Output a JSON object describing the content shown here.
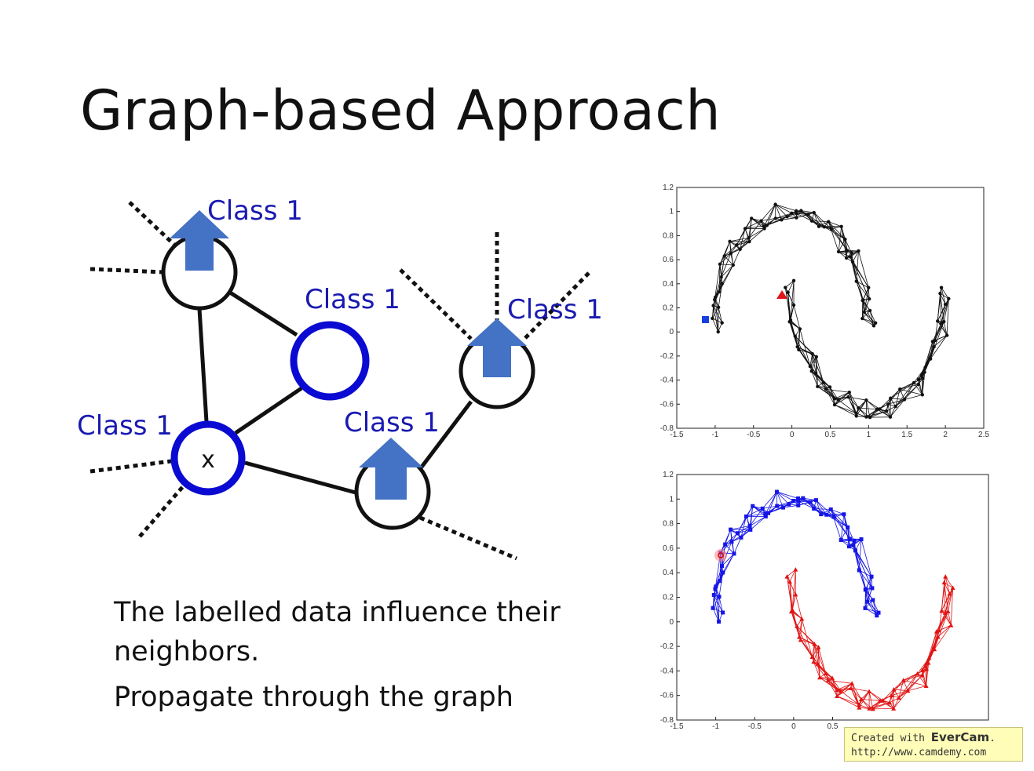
{
  "slide": {
    "title": "Graph-based Approach",
    "bullets": [
      "The labelled data influence their neighbors.",
      "Propagate through the graph"
    ]
  },
  "diagram": {
    "node_label": "x",
    "class_labels": [
      "Class 1",
      "Class 1",
      "Class 1",
      "Class 1",
      "Class 1"
    ],
    "colors": {
      "label_text": "#1a1ab0",
      "arrow": "#4472c4",
      "ring_blue": "#0a0ad2",
      "ring_black": "#111111"
    }
  },
  "plots": {
    "top": {
      "x_ticks": [
        "-1.5",
        "-1",
        "-0.5",
        "0",
        "0.5",
        "1",
        "1.5",
        "2",
        "2.5"
      ],
      "y_ticks": [
        "-0.8",
        "-0.6",
        "-0.4",
        "-0.2",
        "0",
        "0.2",
        "0.4",
        "0.6",
        "0.8",
        "1",
        "1.2"
      ],
      "xlim": [
        -1.5,
        2.5
      ],
      "ylim": [
        -0.8,
        1.2
      ],
      "colors": {
        "graph": "#111111",
        "labeled_square": "#1a3fe0",
        "labeled_triangle": "#e0161a"
      }
    },
    "bottom": {
      "x_ticks": [
        "-1.5",
        "-1",
        "-0.5",
        "0",
        "0.5"
      ],
      "y_ticks": [
        "-0.8",
        "-0.6",
        "-0.4",
        "-0.2",
        "0",
        "0.2",
        "0.4",
        "0.6",
        "0.8",
        "1",
        "1.2"
      ],
      "xlim": [
        -1.5,
        2.5
      ],
      "ylim": [
        -0.8,
        1.2
      ],
      "colors": {
        "class_a": "#1515e6",
        "class_b": "#e01414"
      }
    }
  },
  "watermark": {
    "prefix": "Created with ",
    "brand": "EverCam",
    "suffix": ".",
    "url": "http://www.camdemy.com"
  }
}
